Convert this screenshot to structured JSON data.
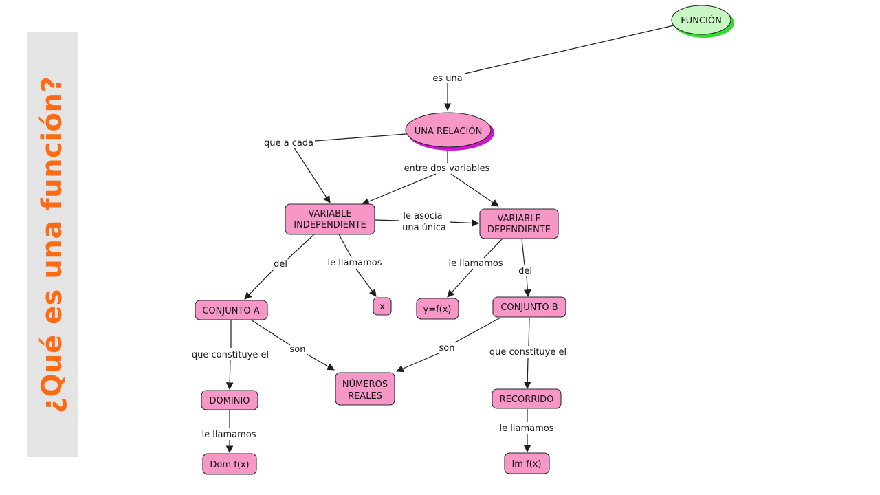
{
  "slide": {
    "title": "¿Qué es una función?",
    "colors": {
      "title": "#ff6a13",
      "band": "#e4e4e4",
      "node_pink": "#f797c8",
      "node_green": "#c9f7c4",
      "shadow_green": "#36d836",
      "shadow_magenta": "#d015d0"
    }
  },
  "nodes": {
    "funcion": "FUNCIÓN",
    "relacion": "UNA RELACIÓN",
    "var_indep_line1": "VARIABLE",
    "var_indep_line2": "INDEPENDIENTE",
    "var_dep_line1": "VARIABLE",
    "var_dep_line2": "DEPENDIENTE",
    "conjunto_a": "CONJUNTO A",
    "conjunto_b": "CONJUNTO B",
    "x": "x",
    "yfx": "y=f(x)",
    "numeros_line1": "NÚMEROS",
    "numeros_line2": "REALES",
    "dominio": "DOMINIO",
    "recorrido": "RECORRIDO",
    "dom": "Dom f(x)",
    "im": "Im f(x)"
  },
  "links": {
    "es_una": "es una",
    "que_a_cada": "que a cada",
    "entre_dos": "entre dos variables",
    "le_asocia_line1": "le asocia",
    "le_asocia_line2": "una única",
    "del_a": "del",
    "le_llamamos_x": "le llamamos",
    "le_llamamos_y": "le llamamos",
    "del_b": "del",
    "que_constituye_a": "que constituye el",
    "son_a": "son",
    "son_b": "son",
    "que_constituye_b": "que constituye el",
    "le_llamamos_dom": "le llamamos",
    "le_llamamos_im": "le llamamos"
  }
}
